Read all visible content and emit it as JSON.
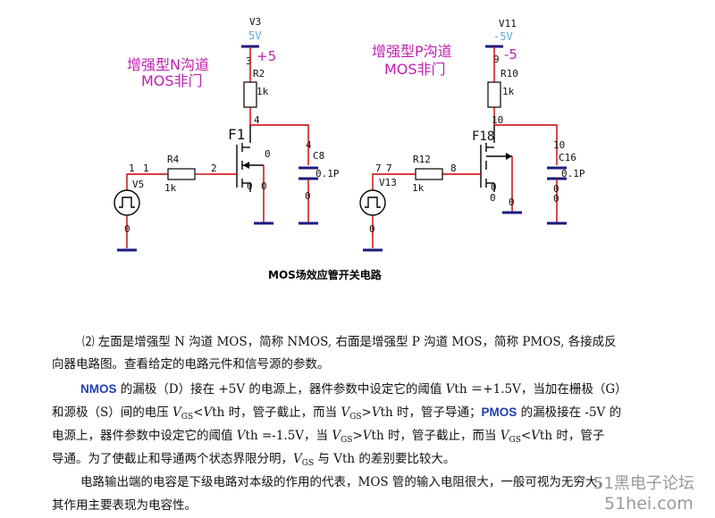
{
  "diagram": {
    "left_caption": [
      "增强型N沟道",
      "MOS非门"
    ],
    "right_caption": [
      "增强型P沟道",
      "MOS非门"
    ],
    "left_supply": {
      "name": "V3",
      "value": "5V",
      "net": "+5",
      "node": "3"
    },
    "right_supply": {
      "name": "V11",
      "value": "-5V",
      "net": "-5",
      "node": "9"
    },
    "left_parts": {
      "r_load": "R2",
      "r_load_val": "1k",
      "fet": "F1",
      "r_in": "R4",
      "r_in_val": "1k",
      "cap": "C8",
      "cap_val": "0.1P",
      "src": "V5",
      "n_drain": "4",
      "n_drain2": "4",
      "n_gate": "2",
      "n_in1": "1",
      "n_in2": "1",
      "n_src": "0",
      "n_body": "0",
      "n_cap": "0",
      "n_src_gnd": "0",
      "n_v_gnd": "0"
    },
    "right_parts": {
      "r_load": "R10",
      "r_load_val": "1k",
      "fet": "F18",
      "r_in": "R12",
      "r_in_val": "1k",
      "cap": "C16",
      "cap_val": "0.1P",
      "src": "V13",
      "n_drain": "10",
      "n_drain2": "10",
      "n_gate": "8",
      "n_in1": "7",
      "n_in2": "7",
      "n_src": "0",
      "n_body": "0",
      "n_cap": "0",
      "n_cap2": "0",
      "n_src_gnd": "0",
      "n_v_gnd": "0"
    },
    "title": "MOS场效应管开关电路"
  },
  "text": {
    "p1_l1": "⑵  左面是增强型 N 沟道 MOS，简称 NMOS, 右面是增强型 P 沟道 MOS，简称 PMOS, 各接成反",
    "p1_l2": "向器电路图。查看给定的电路元件和信号源的参数。",
    "p2_nmos": "NMOS",
    "p2_l1a": " 的漏极（D）接在 +5V 的电源上，器件参数中设定它的阈值 ",
    "p2_vth": "V",
    "p2_th": "th",
    "p2_l1b": " ＝+1.5V，当加在栅极（G）",
    "p2_l2a": "和源极（S）间的电压 ",
    "p2_l2b": " 时，管子截止，而当 ",
    "p2_l2c": " 时，管子导通；",
    "p2_pmos": "PMOS",
    "p2_l2d": " 的漏极接在 -5V 的",
    "p2_l3a": "电源上，器件参数中设定它的阈值 ",
    "p2_l3b": " =-1.5V，当 ",
    "p2_l3c": " 时，管子截止，而当 ",
    "p2_l3d": " 时，管子",
    "p2_l4a": "导通。为了使截止和导通两个状态界限分明，",
    "p2_l4b": " 与 ",
    "p2_l4c": " 的差别要比较大。",
    "vgs_v": "V",
    "vgs_sub": "GS",
    "lt": "<",
    "gt": ">",
    "vth_v": "V",
    "vth_sub": "th",
    "th_plain": "Vth",
    "p3_l1": "电路输出端的电容是下级电路对本级的作用的代表，MOS 管的输入电阻很大，一般可视为无穷大，",
    "p3_l2": "其作用主要表现为电容性。"
  },
  "watermark": {
    "line1": "51黑电子论坛",
    "line2": "51hei.com"
  }
}
